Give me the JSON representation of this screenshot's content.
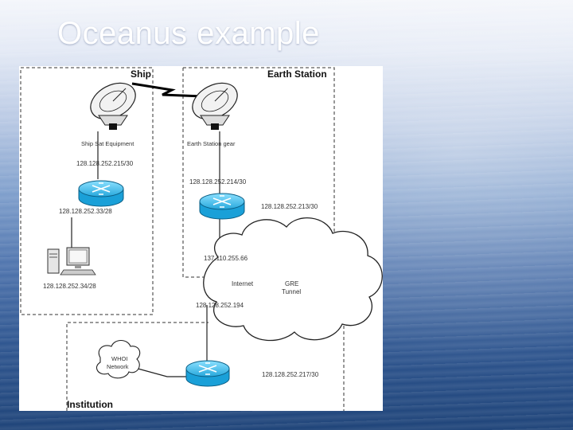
{
  "slide": {
    "title": "Oceanus example"
  },
  "regions": {
    "ship": "Ship",
    "earth_station": "Earth Station",
    "institution": "Institution"
  },
  "equipment": {
    "ship_sat": "Ship Sat Equipment",
    "earth_gear": "Earth Station gear"
  },
  "addresses": {
    "ship_uplink": "128.128.252.215/30",
    "ship_lan_gw": "128.128.252.33/28",
    "ship_host": "128.128.252.34/28",
    "earth_uplink": "128.128.252.214/30",
    "earth_tunnel": "128.128.252.213/30",
    "internet_a": "137.110.255.66",
    "internet_b": "128.128.252.194",
    "inst_tunnel": "128.128.252.217/30"
  },
  "clouds": {
    "internet": "Internet",
    "gre_line1": "GRE",
    "gre_line2": "Tunnel",
    "whoi_line1": "WHOI",
    "whoi_line2": "Network"
  },
  "colors": {
    "router": "#1aa0d8",
    "router_top": "#6fd0f5"
  }
}
